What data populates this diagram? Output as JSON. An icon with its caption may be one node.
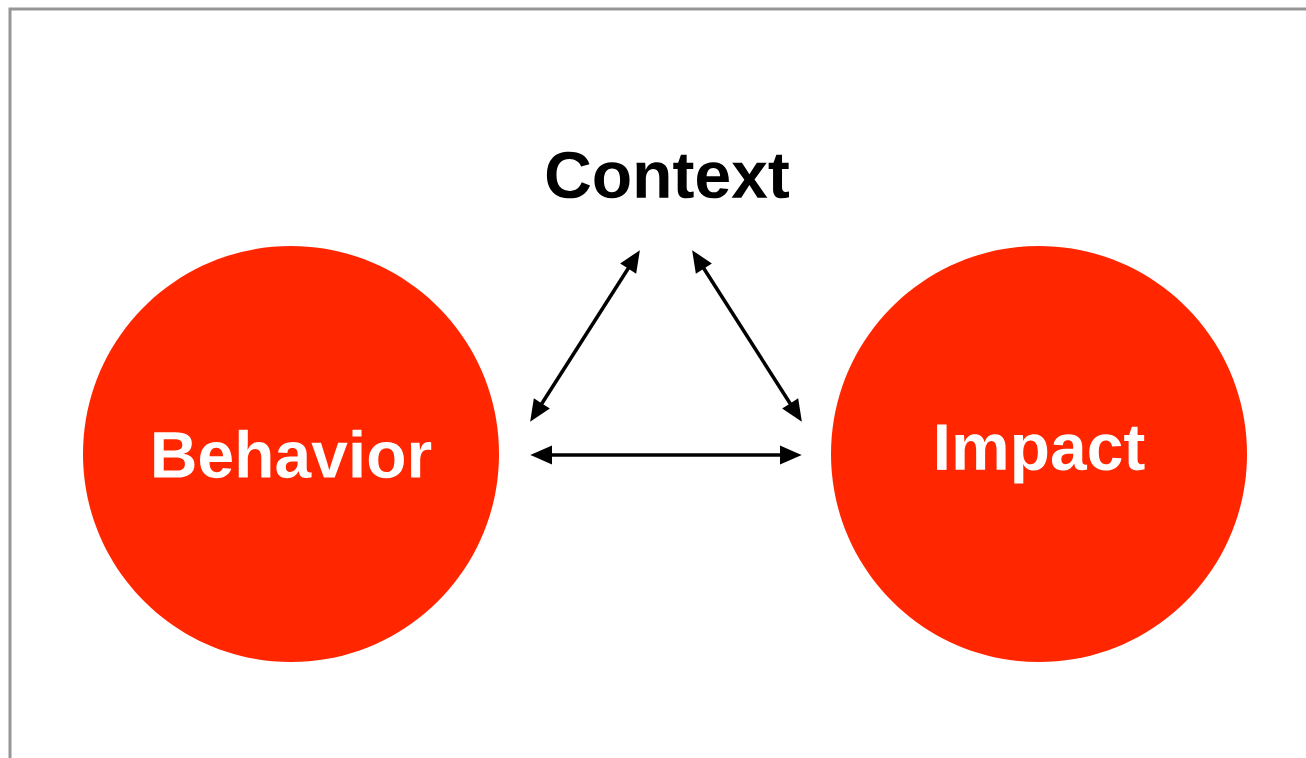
{
  "diagram": {
    "nodes": [
      {
        "text": [
          "Context"
        ]
      },
      {
        "text": [
          "Behavior"
        ]
      },
      {
        "text": [
          "Impact"
        ]
      }
    ],
    "edges": [
      {
        "from": 0,
        "to": 1,
        "arrow": "both"
      },
      {
        "from": 0,
        "to": 2,
        "arrow": "both"
      },
      {
        "from": 1,
        "to": 2,
        "arrow": "both"
      }
    ]
  }
}
